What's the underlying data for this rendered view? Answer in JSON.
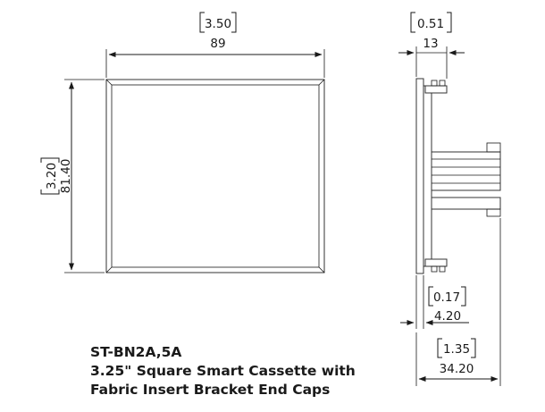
{
  "front_view": {
    "width_in": "3.50",
    "width_mm": "89",
    "height_in": "3.20",
    "height_mm": "81.40"
  },
  "side_view": {
    "depth_in": "0.51",
    "depth_mm": "13",
    "lip_in": "0.17",
    "lip_mm": "4.20",
    "overall_in": "1.35",
    "overall_mm": "34.20"
  },
  "caption": {
    "model": "ST-BN2A,5A",
    "line1": "3.25\" Square Smart Cassette with",
    "line2": "Fabric Insert Bracket End Caps"
  },
  "colors": {
    "line": "#1a1a1a",
    "background": "#ffffff"
  }
}
